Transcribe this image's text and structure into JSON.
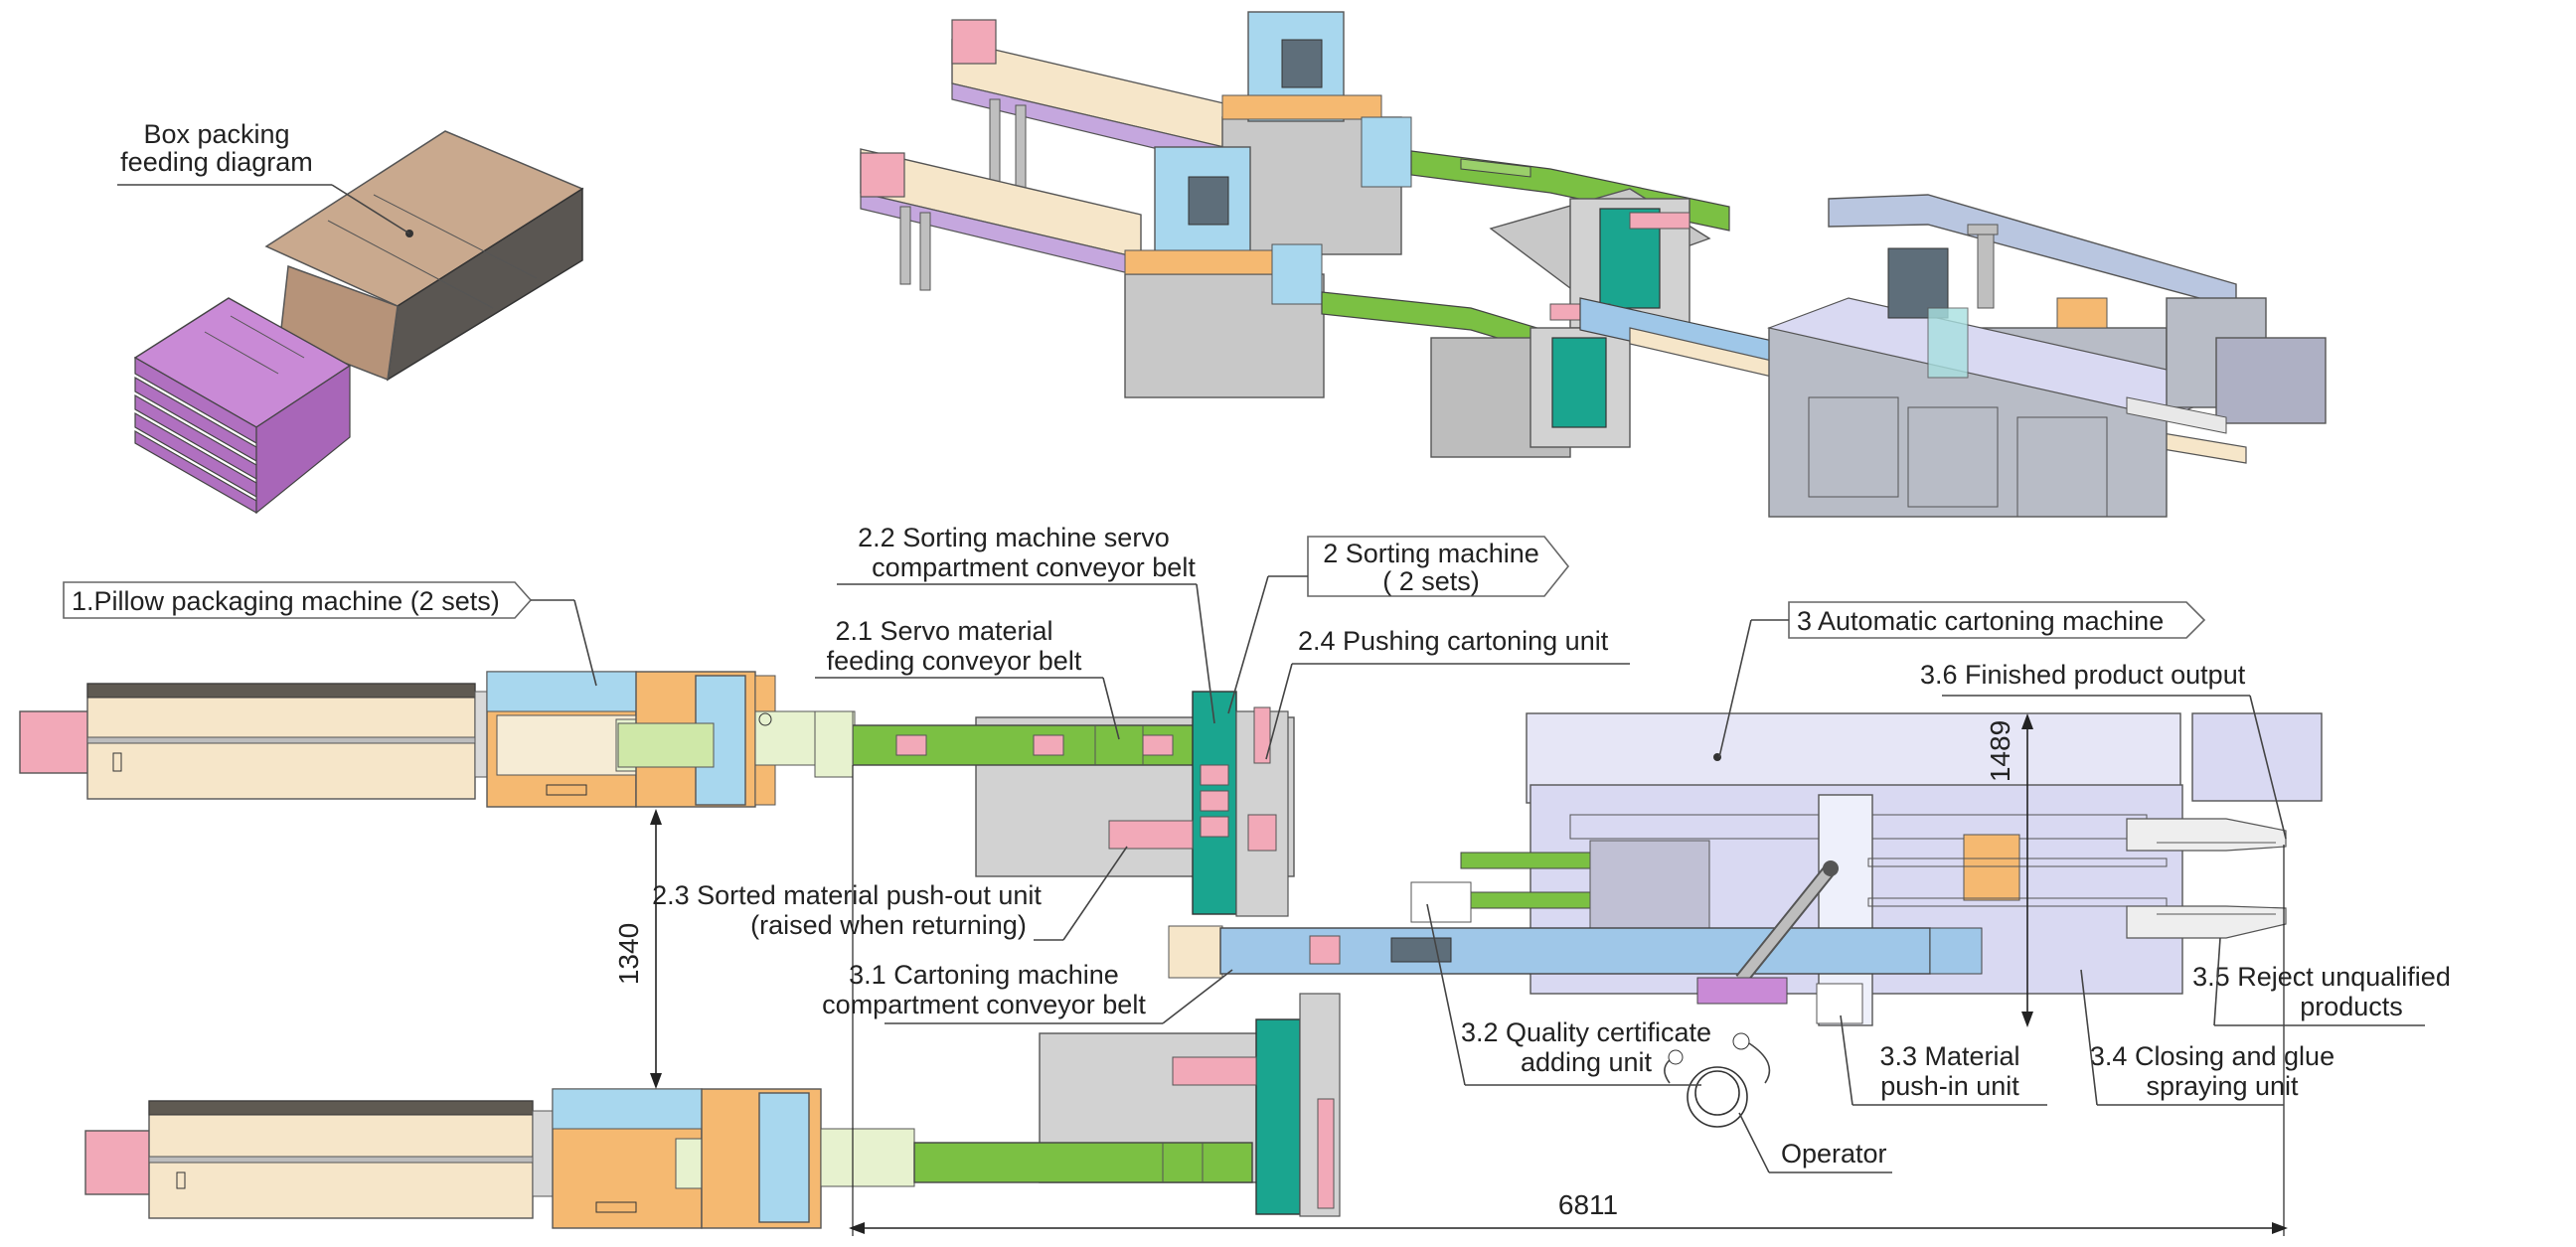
{
  "labels": {
    "box_packing_line1": "Box packing",
    "box_packing_line2": "feeding diagram",
    "pillow_machine": "1.Pillow packaging machine (2 sets)",
    "servo_compartment_line1": "2.2 Sorting machine servo",
    "servo_compartment_line2": "compartment conveyor belt",
    "sorting_machine_line1": "2 Sorting machine",
    "sorting_machine_line2": "( 2 sets)",
    "servo_feeding_line1": "2.1 Servo material",
    "servo_feeding_line2": "feeding conveyor belt",
    "pushing_cartoning": "2.4  Pushing cartoning unit",
    "auto_cartoning": "3 Automatic cartoning machine",
    "finished_output": "3.6 Finished product output",
    "pushout_line1": "2.3  Sorted material push-out unit",
    "pushout_line2": "(raised when returning)",
    "cartoning_compartment_line1": "3.1  Cartoning machine",
    "cartoning_compartment_line2": "compartment conveyor belt",
    "quality_line1": "3.2 Quality certificate",
    "quality_line2": "adding unit",
    "pushin_line1": "3.3 Material",
    "pushin_line2": "push-in unit",
    "closing_line1": "3.4 Closing and glue",
    "closing_line2": "spraying unit",
    "reject_line1": "3.5  Reject unqualified",
    "reject_line2": "products",
    "operator": "Operator"
  },
  "dimensions": {
    "vertical_spacing": "1340",
    "cartoner_depth": "1489",
    "total_length": "6811"
  },
  "colors": {
    "green_belt": "#7bc043",
    "teal_compartment": "#1aa58f",
    "blue_belt": "#9fc7e8",
    "pink_pusher": "#f2a9b8",
    "grey_frame": "#d2d2d2",
    "orange_body": "#f5b971",
    "light_blue_body": "#a8d7ee",
    "cream_bed": "#f6e6c9",
    "lavender_cartoner": "#d9d9f2",
    "purple_cartons": "#c98ad6",
    "tan_carton_blank": "#c9a98e"
  }
}
